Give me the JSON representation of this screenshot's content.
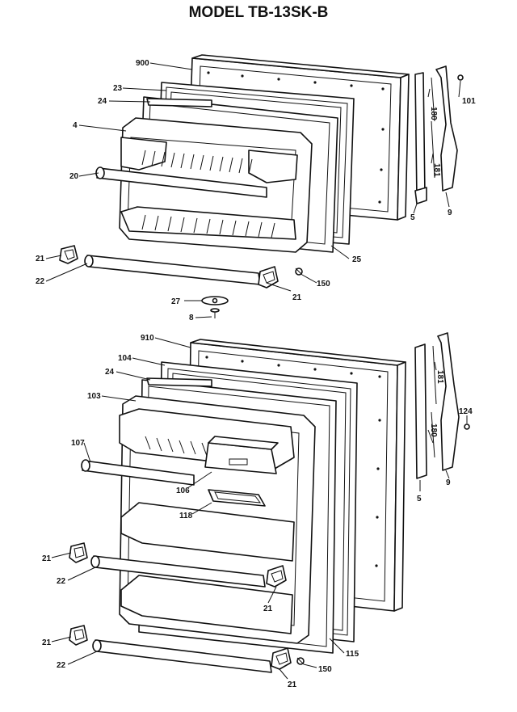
{
  "title": "MODEL TB-13SK-B",
  "labels": {
    "p900": "900",
    "p23": "23",
    "p24a": "24",
    "p4": "4",
    "p20": "20",
    "p21a": "21",
    "p22a": "22",
    "p21b": "21",
    "p150a": "150",
    "p25": "25",
    "p27": "27",
    "p8": "8",
    "p180a": "180",
    "p101": "101",
    "p181a": "181",
    "p5a": "5",
    "p9a": "9",
    "p910": "910",
    "p104": "104",
    "p24b": "24",
    "p103": "103",
    "p107": "107",
    "p106": "106",
    "p118": "118",
    "p181b": "181",
    "p180b": "180",
    "p124": "124",
    "p5b": "5",
    "p9b": "9",
    "p21c": "21",
    "p22b": "22",
    "p21d": "21",
    "p21e": "21",
    "p22c": "22",
    "p115": "115",
    "p150b": "150",
    "p21f": "21"
  }
}
